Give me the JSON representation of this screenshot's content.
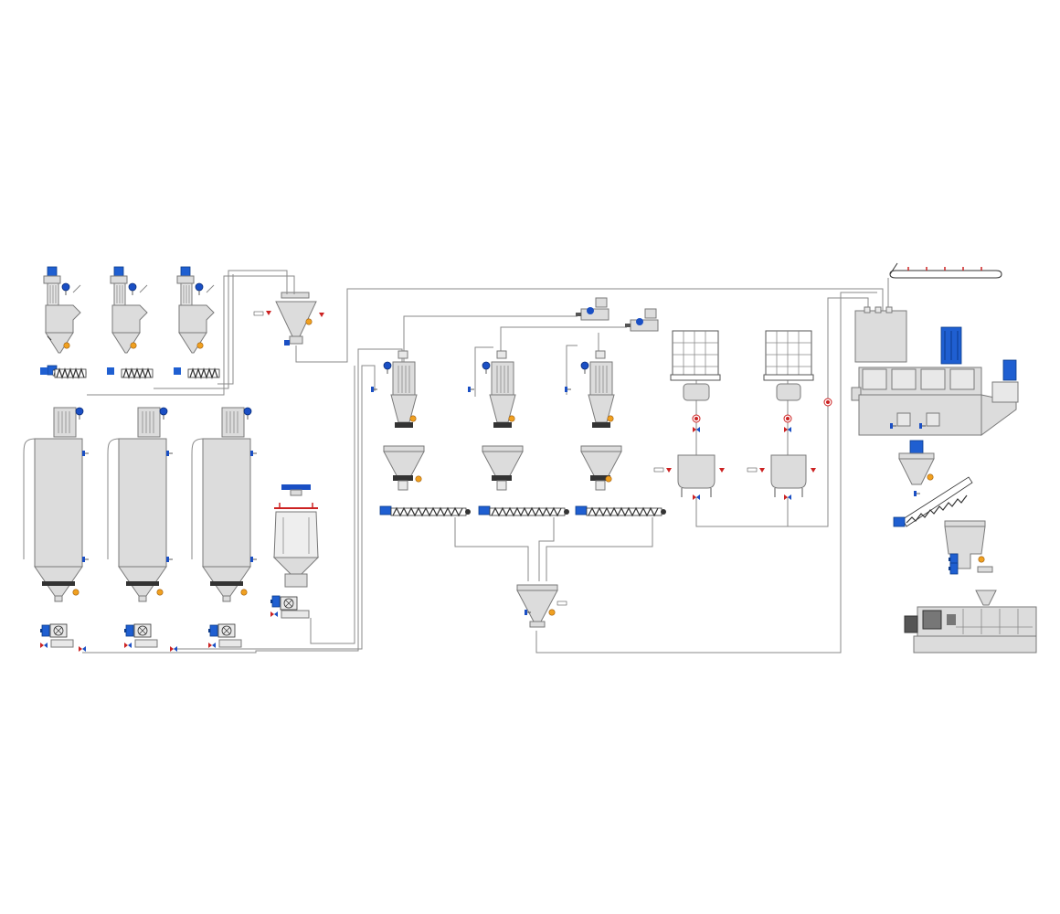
{
  "colors": {
    "background": "#ffffff",
    "vessel_fill": "#dcdcdc",
    "vessel_stroke": "#7a7a7a",
    "pipe": "#8a8a8a",
    "motor_blue": "#1f5fd1",
    "sensor_blue": "#1a4fc4",
    "valve_orange": "#f0a020",
    "indicator_red": "#cc2222",
    "dark_part": "#555555"
  },
  "diagram": {
    "kind": "process flow schematic",
    "groups": [
      {
        "id": "filter-receivers",
        "count": 3,
        "icon": "filter-receiver-icon"
      },
      {
        "id": "storage-silos",
        "count": 3,
        "icon": "silo-icon"
      },
      {
        "id": "big-bag-discharge",
        "count": 1,
        "icon": "big-bag-station-icon"
      },
      {
        "id": "central-cyclone",
        "count": 1,
        "icon": "cyclone-hopper-icon"
      },
      {
        "id": "weigh-hoppers",
        "count": 3,
        "icon": "weigh-hopper-icon"
      },
      {
        "id": "screw-feeders",
        "count": 3,
        "icon": "screw-feeder-icon"
      },
      {
        "id": "collecting-hopper",
        "count": 1,
        "icon": "collecting-hopper-icon"
      },
      {
        "id": "ibc-totes",
        "count": 2,
        "icon": "ibc-tote-icon"
      },
      {
        "id": "liquid-dosing-tanks",
        "count": 2,
        "icon": "liquid-tank-icon"
      },
      {
        "id": "mixer",
        "count": 1,
        "icon": "horizontal-mixer-icon"
      },
      {
        "id": "belt-conveyor",
        "count": 1,
        "icon": "belt-conveyor-icon"
      },
      {
        "id": "inclined-screw",
        "count": 1,
        "icon": "inclined-screw-icon"
      },
      {
        "id": "extruder",
        "count": 1,
        "icon": "extruder-icon"
      }
    ]
  }
}
